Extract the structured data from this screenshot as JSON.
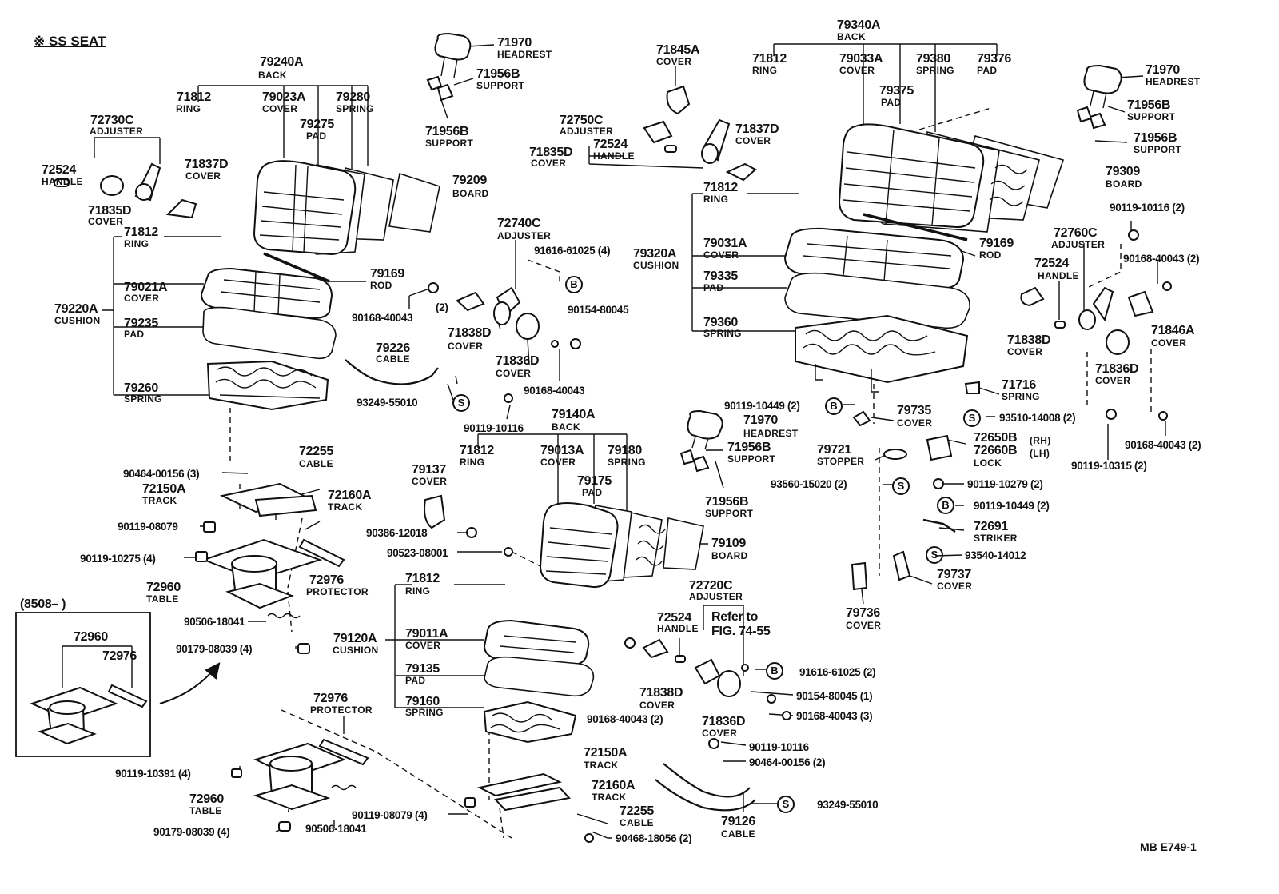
{
  "header": {
    "title": "※ SS SEAT"
  },
  "footer": {
    "code": "MB  E749-1"
  },
  "inset": {
    "label": "(8508–        )"
  },
  "parts": [
    {
      "id": "p1",
      "num": "79240A",
      "name": "BACK"
    },
    {
      "id": "p2",
      "num": "71812",
      "name": "RING"
    },
    {
      "id": "p3",
      "num": "79023A",
      "name": "COVER"
    },
    {
      "id": "p4",
      "num": "79280",
      "name": "SPRING"
    },
    {
      "id": "p5",
      "num": "79275",
      "name": "PAD"
    },
    {
      "id": "p6",
      "num": "72730C",
      "name": "ADJUSTER"
    },
    {
      "id": "p7",
      "num": "72524",
      "name": "HANDLE"
    },
    {
      "id": "p8",
      "num": "71835D",
      "name": "COVER"
    },
    {
      "id": "p9",
      "num": "71837D",
      "name": "COVER"
    },
    {
      "id": "p10",
      "num": "79209",
      "name": "BOARD"
    },
    {
      "id": "p11",
      "num": "71812",
      "name": "RING"
    },
    {
      "id": "p12",
      "num": "79169",
      "name": "ROD"
    },
    {
      "id": "p13",
      "num": "79220A",
      "name": "CUSHION"
    },
    {
      "id": "p14",
      "num": "79021A",
      "name": "COVER"
    },
    {
      "id": "p15",
      "num": "79235",
      "name": "PAD"
    },
    {
      "id": "p16",
      "num": "79260",
      "name": "SPRING"
    },
    {
      "id": "p17",
      "num": "79226",
      "name": "CABLE"
    },
    {
      "id": "p18",
      "num": "72255",
      "name": "CABLE"
    },
    {
      "id": "p19",
      "num": "72150A",
      "name": "TRACK"
    },
    {
      "id": "p20",
      "num": "72160A",
      "name": "TRACK"
    },
    {
      "id": "p21",
      "num": "72960",
      "name": "TABLE"
    },
    {
      "id": "p22",
      "num": "72976",
      "name": "PROTECTOR"
    },
    {
      "id": "p23",
      "num": "71970",
      "name": "HEADREST"
    },
    {
      "id": "p24",
      "num": "71956B",
      "name": "SUPPORT"
    },
    {
      "id": "p25",
      "num": "71956B",
      "name": "SUPPORT"
    },
    {
      "id": "p26",
      "num": "72740C",
      "name": "ADJUSTER"
    },
    {
      "id": "p27",
      "num": "71838D",
      "name": "COVER"
    },
    {
      "id": "p28",
      "num": "71836D",
      "name": "COVER"
    },
    {
      "id": "p29",
      "num": "79140A",
      "name": "BACK"
    },
    {
      "id": "p30",
      "num": "71812",
      "name": "RING"
    },
    {
      "id": "p31",
      "num": "79013A",
      "name": "COVER"
    },
    {
      "id": "p32",
      "num": "79180",
      "name": "SPRING"
    },
    {
      "id": "p33",
      "num": "79175",
      "name": "PAD"
    },
    {
      "id": "p34",
      "num": "79137",
      "name": "COVER"
    },
    {
      "id": "p35",
      "num": "79109",
      "name": "BOARD"
    },
    {
      "id": "p36",
      "num": "71812",
      "name": "RING"
    },
    {
      "id": "p37",
      "num": "79120A",
      "name": "CUSHION"
    },
    {
      "id": "p38",
      "num": "79011A",
      "name": "COVER"
    },
    {
      "id": "p39",
      "num": "79135",
      "name": "PAD"
    },
    {
      "id": "p40",
      "num": "79160",
      "name": "SPRING"
    },
    {
      "id": "p41",
      "num": "72976",
      "name": "PROTECTOR"
    },
    {
      "id": "p42",
      "num": "72960",
      "name": "TABLE"
    },
    {
      "id": "p43",
      "num": "72150A",
      "name": "TRACK"
    },
    {
      "id": "p44",
      "num": "72160A",
      "name": "TRACK"
    },
    {
      "id": "p45",
      "num": "72255",
      "name": "CABLE"
    },
    {
      "id": "p46",
      "num": "79126",
      "name": "CABLE"
    },
    {
      "id": "p47",
      "num": "72720C",
      "name": "ADJUSTER"
    },
    {
      "id": "p48",
      "num": "72524",
      "name": "HANDLE"
    },
    {
      "id": "p49",
      "num": "71838D",
      "name": "COVER"
    },
    {
      "id": "p50",
      "num": "71836D",
      "name": "COVER"
    },
    {
      "id": "p51",
      "num": "71845A",
      "name": "COVER"
    },
    {
      "id": "p52",
      "num": "72750C",
      "name": "ADJUSTER"
    },
    {
      "id": "p53",
      "num": "72524",
      "name": "HANDLE"
    },
    {
      "id": "p54",
      "num": "71835D",
      "name": "COVER"
    },
    {
      "id": "p55",
      "num": "71837D",
      "name": "COVER"
    },
    {
      "id": "p56",
      "num": "79340A",
      "name": "BACK"
    },
    {
      "id": "p57",
      "num": "71812",
      "name": "RING"
    },
    {
      "id": "p58",
      "num": "79033A",
      "name": "COVER"
    },
    {
      "id": "p59",
      "num": "79380",
      "name": "SPRING"
    },
    {
      "id": "p60",
      "num": "79376",
      "name": "PAD"
    },
    {
      "id": "p61",
      "num": "79375",
      "name": "PAD"
    },
    {
      "id": "p62",
      "num": "71970",
      "name": "HEADREST"
    },
    {
      "id": "p63",
      "num": "71956B",
      "name": "SUPPORT"
    },
    {
      "id": "p64",
      "num": "71956B",
      "name": "SUPPORT"
    },
    {
      "id": "p65",
      "num": "79309",
      "name": "BOARD"
    },
    {
      "id": "p66",
      "num": "71812",
      "name": "RING"
    },
    {
      "id": "p67",
      "num": "79320A",
      "name": "CUSHION"
    },
    {
      "id": "p68",
      "num": "79031A",
      "name": "COVER"
    },
    {
      "id": "p69",
      "num": "79335",
      "name": "PAD"
    },
    {
      "id": "p70",
      "num": "79360",
      "name": "SPRING"
    },
    {
      "id": "p71",
      "num": "79169",
      "name": "ROD"
    },
    {
      "id": "p72",
      "num": "72760C",
      "name": "ADJUSTER"
    },
    {
      "id": "p73",
      "num": "72524",
      "name": "HANDLE"
    },
    {
      "id": "p74",
      "num": "71838D",
      "name": "COVER"
    },
    {
      "id": "p75",
      "num": "71846A",
      "name": "COVER"
    },
    {
      "id": "p76",
      "num": "71836D",
      "name": "COVER"
    },
    {
      "id": "p77",
      "num": "71716",
      "name": "SPRING"
    },
    {
      "id": "p78",
      "num": "79735",
      "name": "COVER"
    },
    {
      "id": "p79",
      "num": "71970",
      "name": "HEADREST"
    },
    {
      "id": "p80",
      "num": "71956B",
      "name": "SUPPORT"
    },
    {
      "id": "p81",
      "num": "71956B",
      "name": "SUPPORT"
    },
    {
      "id": "p82",
      "num": "79721",
      "name": "STOPPER"
    },
    {
      "id": "p83",
      "num": "72691",
      "name": "STRIKER"
    },
    {
      "id": "p84",
      "num": "79737",
      "name": "COVER"
    },
    {
      "id": "p85",
      "num": "79736",
      "name": "COVER"
    }
  ],
  "lock_part": {
    "num_rh": "72650B",
    "suffix_rh": "(RH)",
    "num_lh": "72660B",
    "suffix_lh": "(LH)",
    "name": "LOCK"
  },
  "inset_parts": {
    "a": "72960",
    "b": "72976"
  },
  "refer": {
    "line1": "Refer to",
    "line2": "FIG. 74-55"
  },
  "refs": [
    {
      "id": "r1",
      "text": "90464-00156 (3)"
    },
    {
      "id": "r2",
      "text": "90119-08079"
    },
    {
      "id": "r3",
      "text": "90119-10275 (4)"
    },
    {
      "id": "r4",
      "text": "90506-18041"
    },
    {
      "id": "r5",
      "text": "90179-08039 (4)"
    },
    {
      "id": "r6",
      "text": "90119-10391 (4)"
    },
    {
      "id": "r7",
      "text": "90119-08079 (4)"
    },
    {
      "id": "r8",
      "text": "90179-08039 (4)"
    },
    {
      "id": "r9",
      "text": "90506-18041"
    },
    {
      "id": "r10",
      "text": "91616-61025 (4)"
    },
    {
      "id": "r11",
      "text": "(2)"
    },
    {
      "id": "r12",
      "text": "90168-40043"
    },
    {
      "id": "r13",
      "text": "90154-80045"
    },
    {
      "id": "r14",
      "text": "90168-40043"
    },
    {
      "id": "r15",
      "text": "93249-55010"
    },
    {
      "id": "r16",
      "text": "90119-10116"
    },
    {
      "id": "r17",
      "text": "90386-12018"
    },
    {
      "id": "r18",
      "text": "90523-08001"
    },
    {
      "id": "r19",
      "text": "90168-40043 (2)"
    },
    {
      "id": "r20",
      "text": "91616-61025 (2)"
    },
    {
      "id": "r21",
      "text": "90154-80045 (1)"
    },
    {
      "id": "r22",
      "text": "90168-40043 (3)"
    },
    {
      "id": "r23",
      "text": "90119-10116"
    },
    {
      "id": "r24",
      "text": "90464-00156 (2)"
    },
    {
      "id": "r25",
      "text": "93249-55010"
    },
    {
      "id": "r26",
      "text": "90468-18056 (2)"
    },
    {
      "id": "r27",
      "text": "90119-10449 (2)"
    },
    {
      "id": "r28",
      "text": "93560-15020 (2)"
    },
    {
      "id": "r29",
      "text": "90119-10116 (2)"
    },
    {
      "id": "r30",
      "text": "90168-40043 (2)"
    },
    {
      "id": "r31",
      "text": "93510-14008 (2)"
    },
    {
      "id": "r32",
      "text": "90168-40043 (2)"
    },
    {
      "id": "r33",
      "text": "90119-10315 (2)"
    },
    {
      "id": "r34",
      "text": "90119-10279 (2)"
    },
    {
      "id": "r35",
      "text": "90119-10449 (2)"
    },
    {
      "id": "r36",
      "text": "93540-14012"
    }
  ],
  "markers": {
    "b": "B",
    "s": "S"
  }
}
